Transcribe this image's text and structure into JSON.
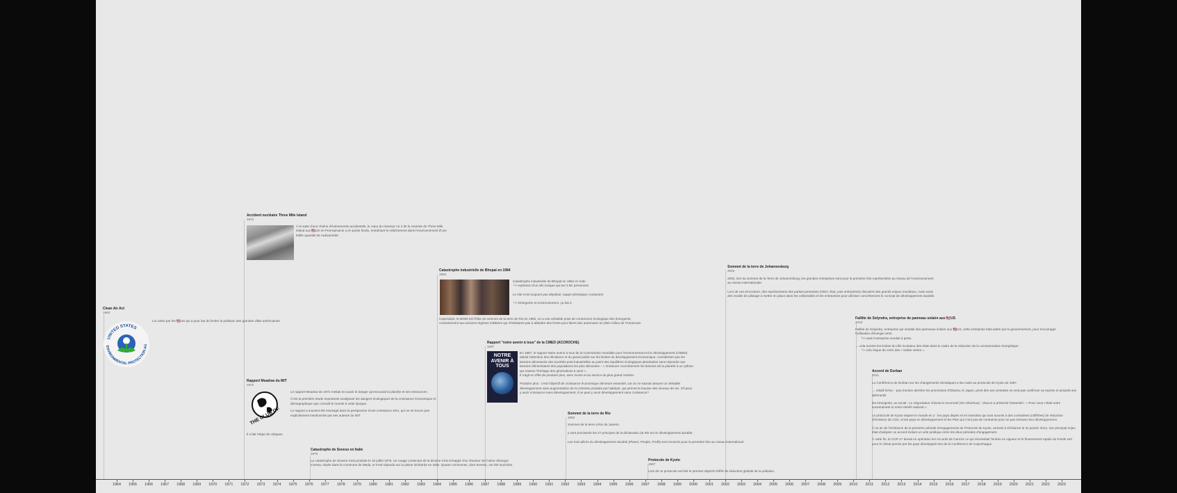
{
  "timeline": {
    "years": [
      "1964",
      "1965",
      "1966",
      "1967",
      "1968",
      "1969",
      "1970",
      "1971",
      "1972",
      "1973",
      "1974",
      "1975",
      "1976",
      "1977",
      "1978",
      "1979",
      "1980",
      "1981",
      "1982",
      "1983",
      "1984",
      "1985",
      "1986",
      "1987",
      "1988",
      "1989",
      "1990",
      "1991",
      "1992",
      "1993",
      "1994",
      "1995",
      "1996",
      "1997",
      "1998",
      "1999",
      "2000",
      "2001",
      "2002",
      "2003",
      "2004",
      "2005",
      "2006",
      "2007",
      "2008",
      "2009",
      "2010",
      "2011",
      "2012",
      "2013",
      "2014",
      "2015",
      "2016",
      "2017",
      "2018",
      "2019",
      "2020",
      "2021",
      "2022",
      "2023"
    ]
  },
  "events": {
    "clean_air": {
      "title": "Clean Air Act",
      "year": "1963",
      "text": "Loi votée par les 🇺🇸US qui a pour but de limiter la pollution des grandes villes américaines.",
      "logo_text": "UNITED STATES · ENVIRONMENTAL PROTECTION AGENCY"
    },
    "three_mile": {
      "title": "Accident nucléaire Three Mile Island",
      "year": "1972",
      "text": "À la suite d'une chaîne d'événements accidentels, le cœur du réacteur no 2 de la centrale de Three Mile Island aux 🇺🇸US en Pennsylvanie a en partie fondu, entraînant le relâchement dans l'environnement d'une faible quantité de radioactivité."
    },
    "meadow": {
      "title": "Rapport Meadow du MIT",
      "year": "1972",
      "p1": "Le rapport Meadow de 1972 mettait en avant le danger qu'encourait la planète et ses ressources.",
      "p2": "C'est la première étude importante soulignant les dangers écologiques de la croissance économique et démographique que connaît le monde à cette époque.",
      "p3": "Le rapport a souvent été envisagé dans la perspective d'une croissance zéro, qui ne se trouve pas explicitement mentionnée par ses auteurs du MIT.",
      "p4": "Il a fait l'objet de critiques.",
      "logo_text": "THE CLUB OF ROME"
    },
    "seveso": {
      "title": "Catastrophe de Seveso en Italie",
      "year": "1976",
      "text": "La catastrophe de Seveso s'est produite le 10 juillet 1976. Un nuage contenant de la dioxine s'est échappé d'un réacteur de l'usine chimique Icmesa, située dans la commune de Meda, et s'est répandu sur la plaine lombarde en Italie. Quatre communes, dont Seveso, ont été touchées."
    },
    "bhopal": {
      "title": "Catastrophe industrielle de Bhopal en 1984",
      "year": "1984",
      "p1": "Catastrophe industrielle de Bhopal en 1984 en Inde",
      "p2": "└> explosion d'un silo toxique qui tue 3.5K personnes",
      "p3": "Le site n'est toujours pas dépollué, nappe phréatique contaminé.",
      "p4": "└> émergente et environnement, ça fait 2.",
      "p5": "Cependant, le Brésil est l'hôte du sommet de la terre de Rio en 1992, on a une véritable prise de conscience écologique des émergents, contrairement aux anciens régimes militaires qui n'hésitaient pas à abbattre des forets pour faires des autoroutes en plein milieu de l'Amazonie."
    },
    "cmed": {
      "title": "Rapport \"notre avenir à tous\" de la CMED (ACCROCHE)",
      "year": "1987",
      "p1": "En 1987, le rapport Notre avenir à tous de la Commission mondiale pour l'environnement et le développement (CMED) attirait l'attention des décideurs et du grand public sur les limites du développement économique, considérant que les besoins démesurés des sociétés post-industrielles au point des équilibres écologiques planétaires sans répondre aux besoins élémentaires des populations les plus démunies – « D'assurer concrètement les besoins de la planète à un rythme qui entame l'héritage des générations à venir ».",
      "p2": "Il s'agit en effet de produire plus, avec moins et au service du plus grand nombre.",
      "p3": "Produire plus : c'est l'objectif de croissance économique demeure essentiel, car on ne saurait assurer un véritable développement sans augmentation de la richesse produite par habitant, qui permet la hausse des niveaux de vie. S'il peut y avoir croissance sans développement, il ne peut y avoir développement sans croissance?",
      "book_title": "NOTRE AVENIR À TOUS"
    },
    "rio": {
      "title": "Sommet de la terre de Rio",
      "year": "1992",
      "p1": "Sommet de la terre à Rio de Janeiro",
      "p2": "y sont proclamés les 27 principes de la déclaration de Rio sur le développement durable.",
      "p3": "Les trois piliers du développement durable (Planet, People, Profit) sont énoncés pour la première fois au niveau international"
    },
    "kyoto": {
      "title": "Protocole de Kyoto",
      "year": "1997",
      "text": "Lors de ce protocole est fixé le premier objectif chiffré de réduction globale de la pollution."
    },
    "johannesburg": {
      "title": "Sommet de la terre de Johannesburg",
      "year": "2002",
      "p1": "2002, lors du sommet de la Terre de Johannesburg, les grandes entreprises sont pour la première fois représentées au niveau de l'environnement au niveau internationale.",
      "p2": "Lors de ces rencontres, des représentants des parties prenantes (ONG, État, puis entreprises) discutent des grands enjeux mondiaux, mais aussi des modes de pilotage à mettre en place dans les collectivités et les entreprises pour décliner concrètement le concept de développement durable."
    },
    "solyndra": {
      "title": "Faillite de Solyndra, entreprise de panneau solaire aux 🇺🇸US",
      "year": "2010",
      "p1": "Faillite de Solyndra, entreprise qui vendait des panneaux solaire aux 🇺🇸US, cette entreprise était aidée par le gouvernement, pour encourager l'utilisation d'énergie verte.",
      "p2": "└> mais l'entreprise vendait à perte.",
      "p3": "→ cela montre les limites du rôle incitateur des états dans le cadre de la réduction de la consommation énergétique",
      "p4": "└> cela risque de créer des « bulles vertes »."
    },
    "durban": {
      "title": "Accord de Durban",
      "year": "2011",
      "p1": "La Conférence de Durban sur les changements climatiques a lieu suite au protocole de Kyoto de 1997.",
      "p2": "→ relatif échec - pas d'action derrière les promesses d'Obama, le Japon, privé des ses centrales ne veut pas confirmer sa reprise et amiantit ses abérrantis",
      "p3": "les émergents, ax social : Le négociateur chinois le reconnaît (Xie Zhenhua) : chacun a présenté l'essentiel : « Pour nous c'était notre souveraineté et notre intérêt national ».",
      "p4": "Le protocole de Kyoto sépare le monde en 2 : les pays dispés et en transition qui sont soumis à des contraintes (chiffrées) de réduction d'émission de CO2, et les pays en développement et les PMA qui n'ont pas de contrainte pour ne pas entraver leur développement.",
      "p5": "À un an de l'échéance de la première période d'engagements du Protocole de Kyoto, arrivant à échéance le 31 janvier 2012, son principal enjeu était d'adopter un accord évitant un vide juridique entre les deux périodes d'engagement.",
      "p6": "À cette fin, la COP-17 devait en opération les Accords de Cancún ce qui nécessitait l'entrée en vigueur et le financement rapide du Fonds vert pour le climat promis par les pays développés lors de la Conférence de Copenhague."
    }
  }
}
